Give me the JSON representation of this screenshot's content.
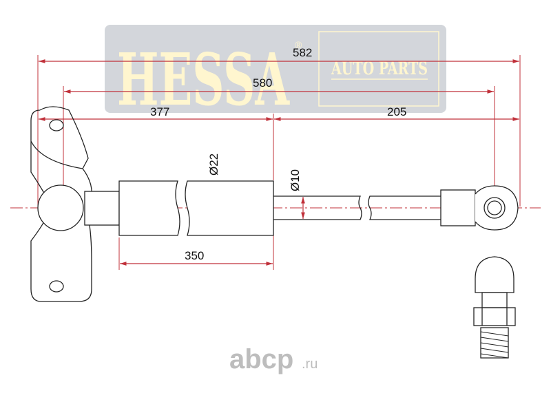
{
  "watermark": {
    "brand": "HESSA",
    "registered": "®",
    "tagline": "AUTO PARTS"
  },
  "dimensions": {
    "overall_length": "582",
    "center_length": "580",
    "body_section": "377",
    "rod_section": "205",
    "body_length": "350",
    "body_diameter": "Ø22",
    "rod_diameter": "Ø10"
  },
  "footer_logo": {
    "text": "abcp",
    "suffix": ".ru"
  },
  "colors": {
    "dimension_line": "#c0303a",
    "outline": "#222222",
    "watermark_bg": "#d3d6db",
    "watermark_text": "#fff6cf",
    "logo": "#bdbdbd"
  }
}
